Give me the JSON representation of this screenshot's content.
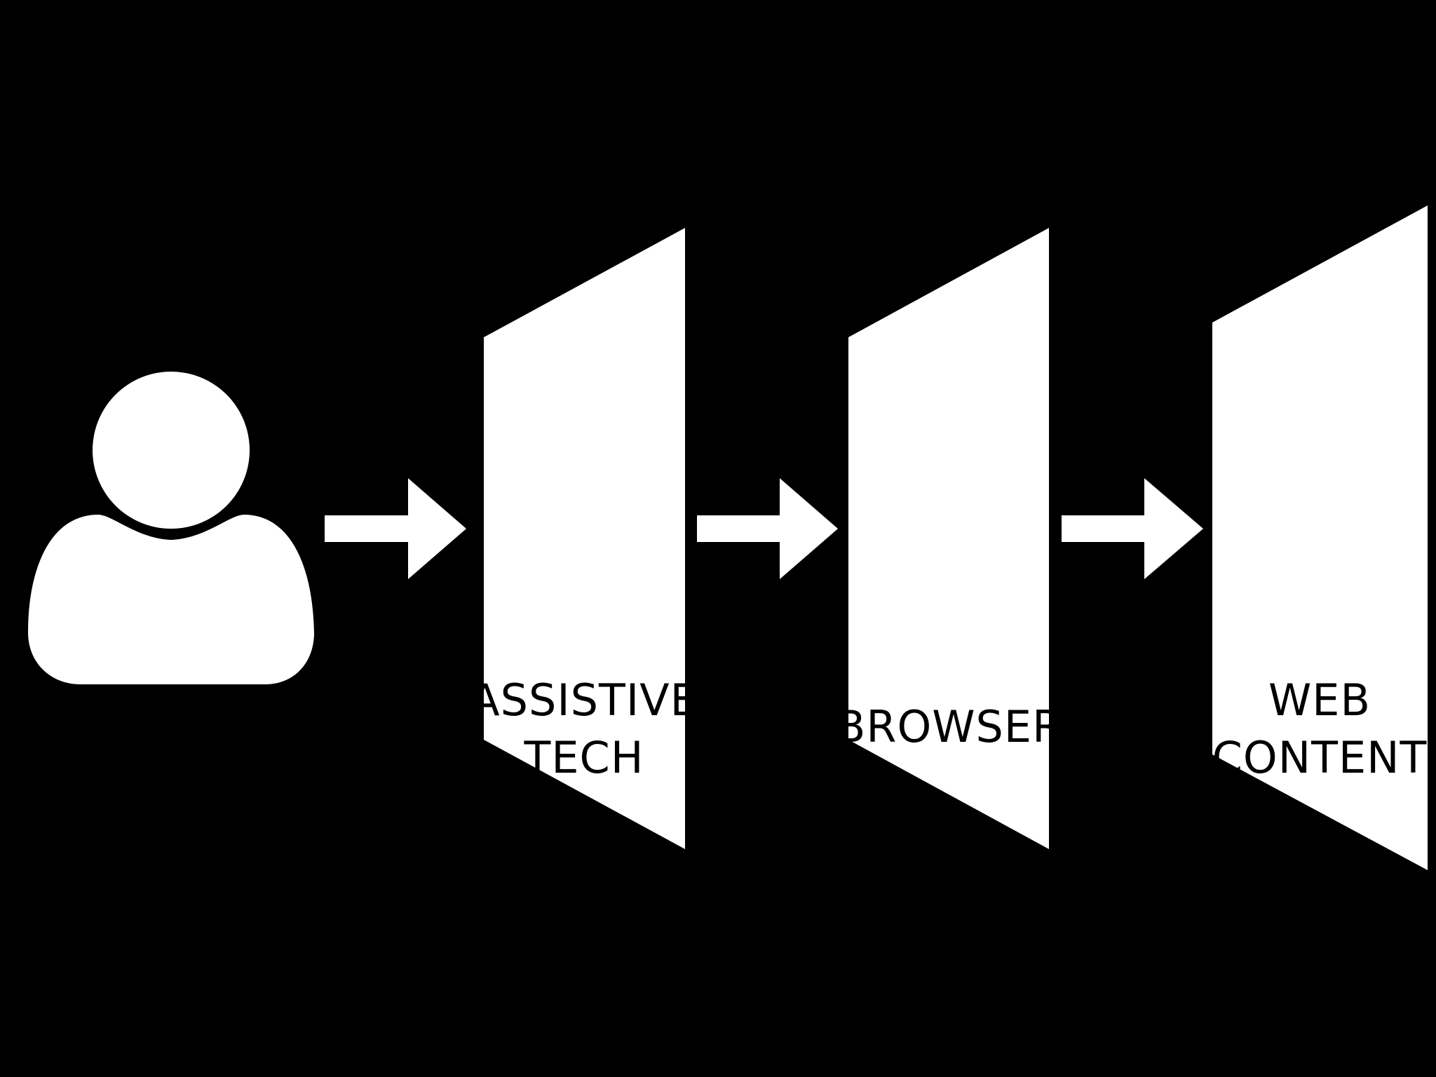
{
  "diagram": {
    "background_color": "#000000",
    "foreground_color": "#ffffff",
    "label_color": "#000000",
    "user": {
      "icon": "user-icon"
    },
    "arrows": [
      {
        "icon": "arrow-right-icon"
      },
      {
        "icon": "arrow-right-icon"
      },
      {
        "icon": "arrow-right-icon"
      }
    ],
    "layers": [
      {
        "label_line_1": "ASSISTIVE",
        "label_line_2": "TECH"
      },
      {
        "label_line_1": "BROWSER"
      },
      {
        "label_line_1": "WEB",
        "label_line_2": "CONTENT"
      }
    ]
  }
}
